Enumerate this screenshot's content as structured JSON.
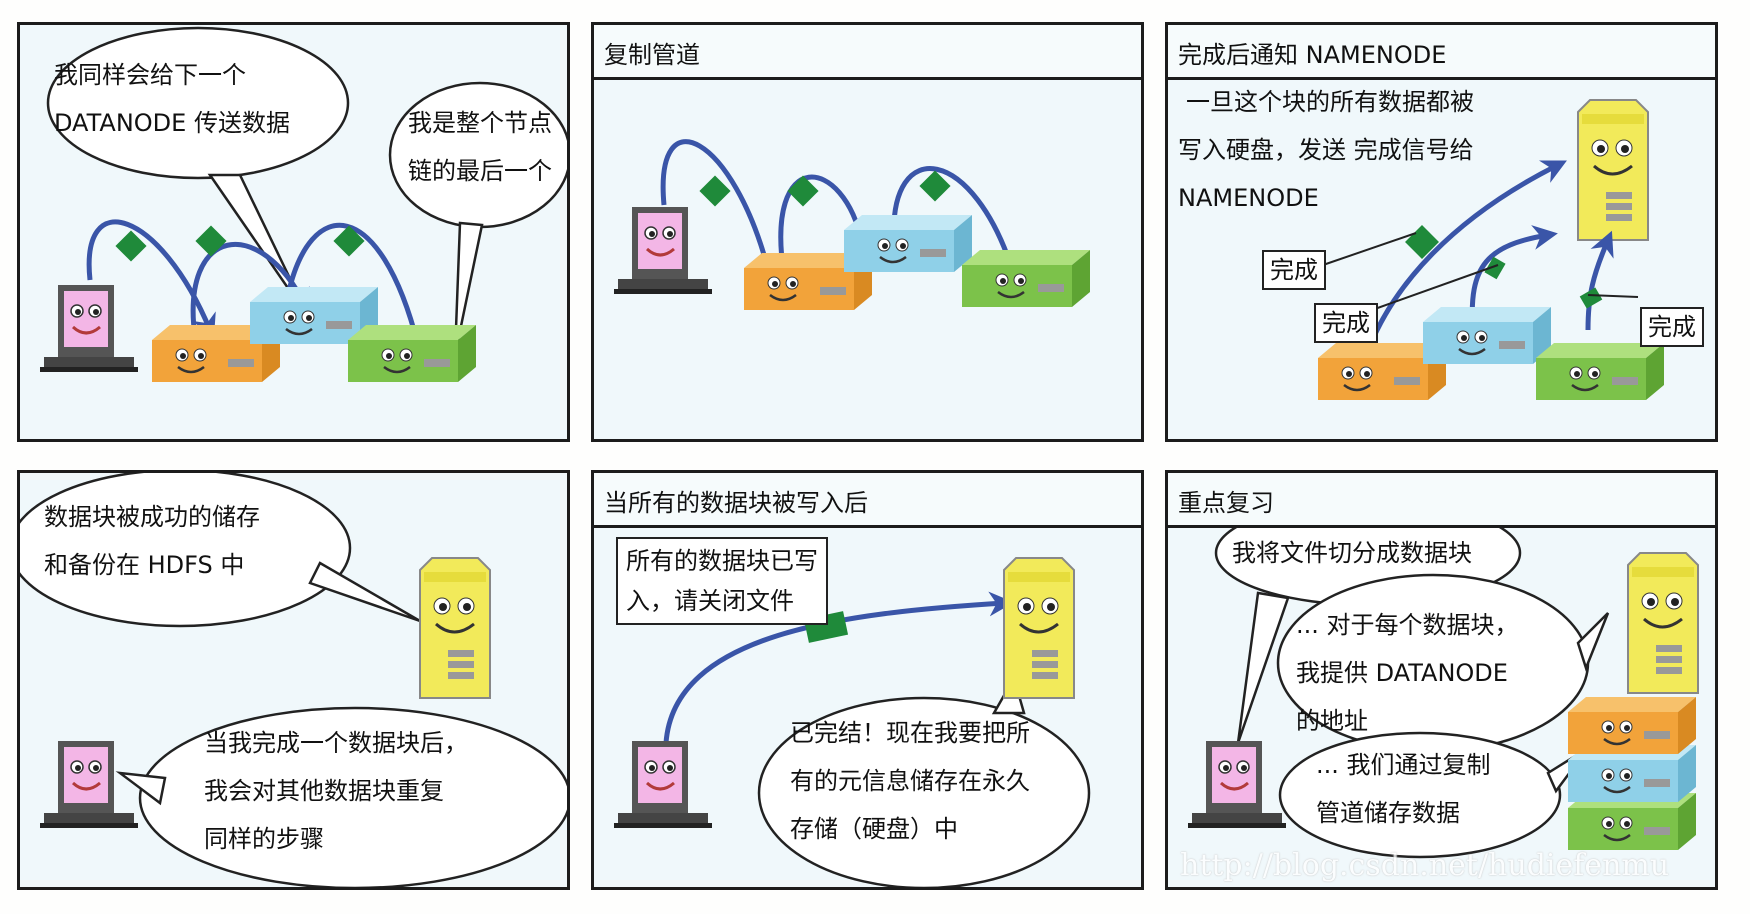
{
  "panels": {
    "p1": {
      "bubble_a": [
        "我同样会给下一个",
        "DATANODE 传送数据"
      ],
      "bubble_b": [
        "我是整个节点",
        "链的最后一个"
      ]
    },
    "p2": {
      "title": "复制管道"
    },
    "p3": {
      "title": "完成后通知 NAMENODE",
      "body": [
        "一旦这个块的所有数据都被",
        "写入硬盘，发送 完成信号给",
        "NAMENODE"
      ],
      "label_1": "完成",
      "label_2": "完成",
      "label_3": "完成"
    },
    "p4": {
      "bubble_a": [
        "数据块被成功的储存",
        "和备份在 HDFS 中"
      ],
      "bubble_b": [
        "当我完成一个数据块后，",
        "我会对其他数据块重复",
        "同样的步骤"
      ]
    },
    "p5": {
      "title": "当所有的数据块被写入后",
      "box": [
        "所有的数据块已写",
        "入，请关闭文件"
      ],
      "bubble": [
        "已完结！现在我要把所",
        "有的元信息储存在永久",
        "存储（硬盘）中"
      ]
    },
    "p6": {
      "title": "重点复习",
      "bubble_a": [
        "我将文件切分成数据块"
      ],
      "bubble_b": [
        "... 对于每个数据块，",
        "我提供 DATANODE",
        "的地址"
      ],
      "bubble_c": [
        "... 我们通过复制",
        "管道储存数据"
      ]
    }
  },
  "watermark": "http://blog.csdn.net/hudiefenmu",
  "colors": {
    "panel_bg": "#f0f8fb",
    "arrow": "#3a55a8",
    "packet": "#1f8a3a",
    "node_orange": "#f2a33a",
    "node_blue": "#8fd0e8",
    "node_green": "#7cc24a",
    "server": "#f2ea5a",
    "laptop_screen": "#f3b6e6"
  }
}
